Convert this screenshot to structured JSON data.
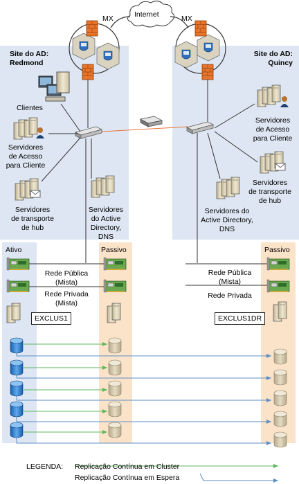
{
  "internet": "Internet",
  "mx_left": "MX",
  "mx_right": "MX",
  "site_left": {
    "line1": "Site do AD:",
    "line2": "Redmond"
  },
  "site_right": {
    "line1": "Site do AD:",
    "line2": "Quincy"
  },
  "left": {
    "clientes": "Clientes",
    "cas": [
      "Servidores",
      "de Acesso",
      "para Cliente"
    ],
    "hub": [
      "Servidores",
      "de transporte",
      "de hub"
    ],
    "ad": [
      "Servidores",
      "do Active",
      "Directory,",
      "DNS"
    ]
  },
  "right": {
    "cas": [
      "Servidores",
      "de Acesso",
      "para Cliente"
    ],
    "hub": [
      "Servidores",
      "de transporte",
      "de hub"
    ],
    "ad": [
      "Servidores do",
      "Active Directory,",
      "DNS"
    ]
  },
  "ativo": "Ativo",
  "passivo_left": "Passivo",
  "passivo_right": "Passivo",
  "net_left": {
    "public": [
      "Rede Pública",
      "(Mista)"
    ],
    "private": [
      "Rede Privada",
      "(Mista)"
    ]
  },
  "net_right": {
    "public": [
      "Rede Pública",
      "(Mista)"
    ],
    "private": [
      "Rede Privada"
    ]
  },
  "exclus1": "EXCLUS1",
  "exclus1dr": "EXCLUS1DR",
  "legend": {
    "title": "LEGENDA:",
    "ccr": "Replicação Contínua em Cluster",
    "scr": "Replicação Contínua em Espera",
    "ccr_color": "#5cb85c",
    "scr_color": "#5b8fc7"
  },
  "colors": {
    "site_bg": "#dde6f2",
    "ativo_bg": "#dde6f2",
    "passivo_bg": "#fbe3c9",
    "firewall": "#e8742a",
    "wan_link": "#e8743c"
  }
}
